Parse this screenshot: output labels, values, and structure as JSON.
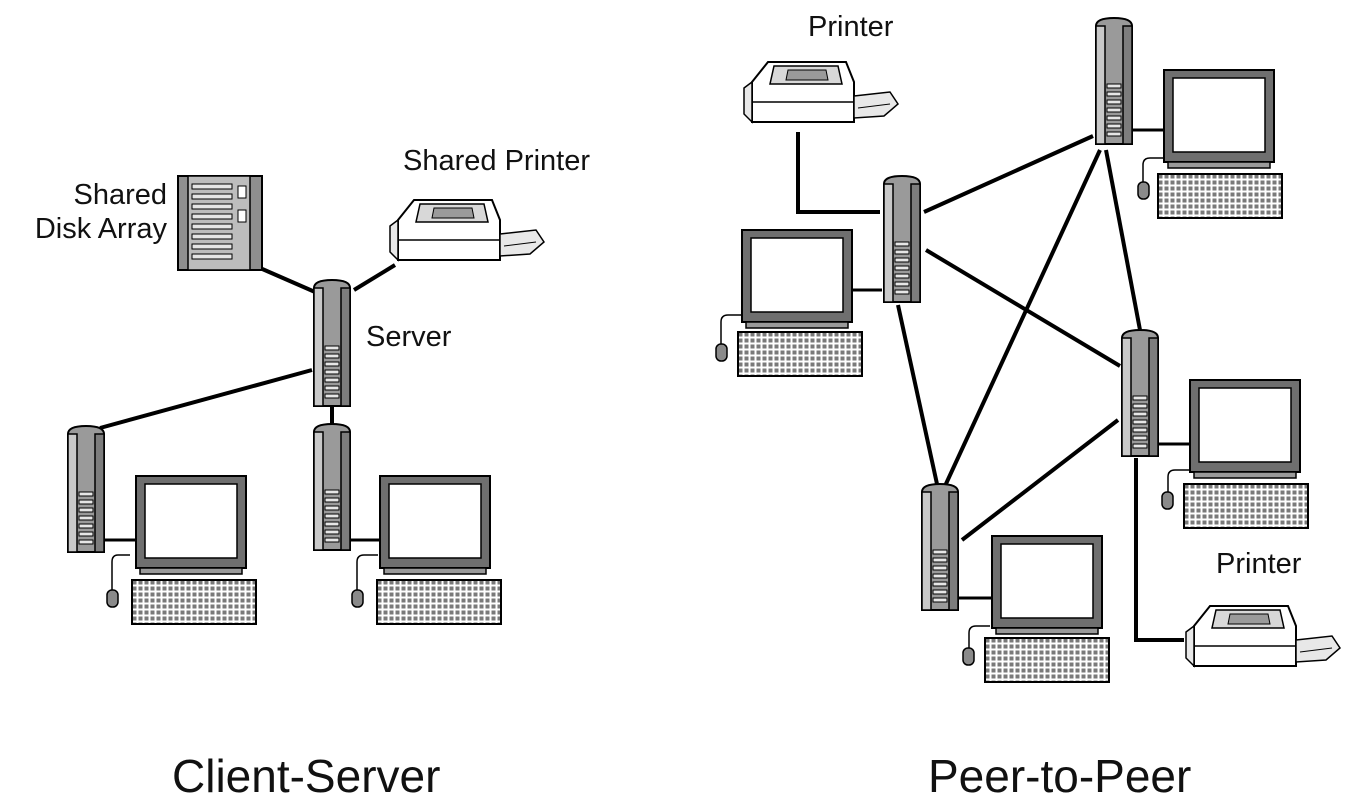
{
  "labels": {
    "shared_disk_array": [
      "Shared",
      "Disk Array"
    ],
    "shared_printer": "Shared Printer",
    "server": "Server",
    "printer_top": "Printer",
    "printer_bottom": "Printer",
    "title_client_server": "Client-Server",
    "title_peer_to_peer": "Peer-to-Peer"
  },
  "colors": {
    "line": "#000000",
    "tower_fill": "#9a9a9a",
    "tower_light": "#d4d4d4",
    "screen": "#ffffff",
    "bezel": "#6f6f6f",
    "background": "#ffffff"
  },
  "icons": {
    "client_server": [
      "disk-array-icon",
      "server-tower-icon",
      "printer-icon",
      "client-workstation-icon",
      "client-workstation-icon"
    ],
    "peer_to_peer": [
      "printer-icon",
      "printer-icon",
      "peer-workstation-icon",
      "peer-workstation-icon",
      "peer-workstation-icon",
      "peer-workstation-icon"
    ]
  }
}
